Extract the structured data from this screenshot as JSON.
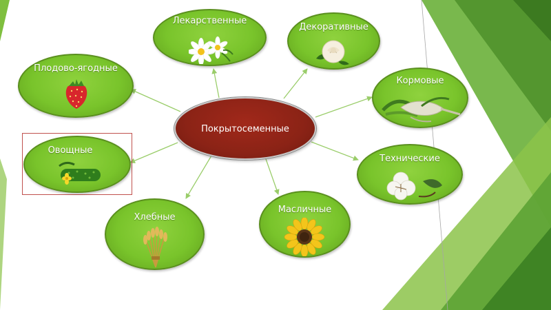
{
  "diagram": {
    "center": {
      "label": "Покрытосеменные"
    },
    "nodes": [
      {
        "id": "lekarstvennye",
        "label": "Лекарственные",
        "icon": "chamomile-icon"
      },
      {
        "id": "dekorativnye",
        "label": "Декоративные",
        "icon": "rose-icon"
      },
      {
        "id": "plodovo",
        "label": "Плодово-ягодные",
        "icon": "strawberry-icon"
      },
      {
        "id": "kormovye",
        "label": "Кормовые",
        "icon": "fodder-root-icon"
      },
      {
        "id": "ovoshchnye",
        "label": "Овощные",
        "icon": "cucumber-icon"
      },
      {
        "id": "tekhnicheskie",
        "label": "Технические",
        "icon": "cotton-icon"
      },
      {
        "id": "khlebnye",
        "label": "Хлебные",
        "icon": "wheat-icon"
      },
      {
        "id": "maslichnye",
        "label": "Масличные",
        "icon": "sunflower-icon"
      }
    ],
    "highlighted_node": "ovoshchnye",
    "colors": {
      "node_fill": "#79c42b",
      "center_fill": "#8b2316",
      "connector": "#9acd6a",
      "highlight_border": "#c0504d"
    }
  }
}
